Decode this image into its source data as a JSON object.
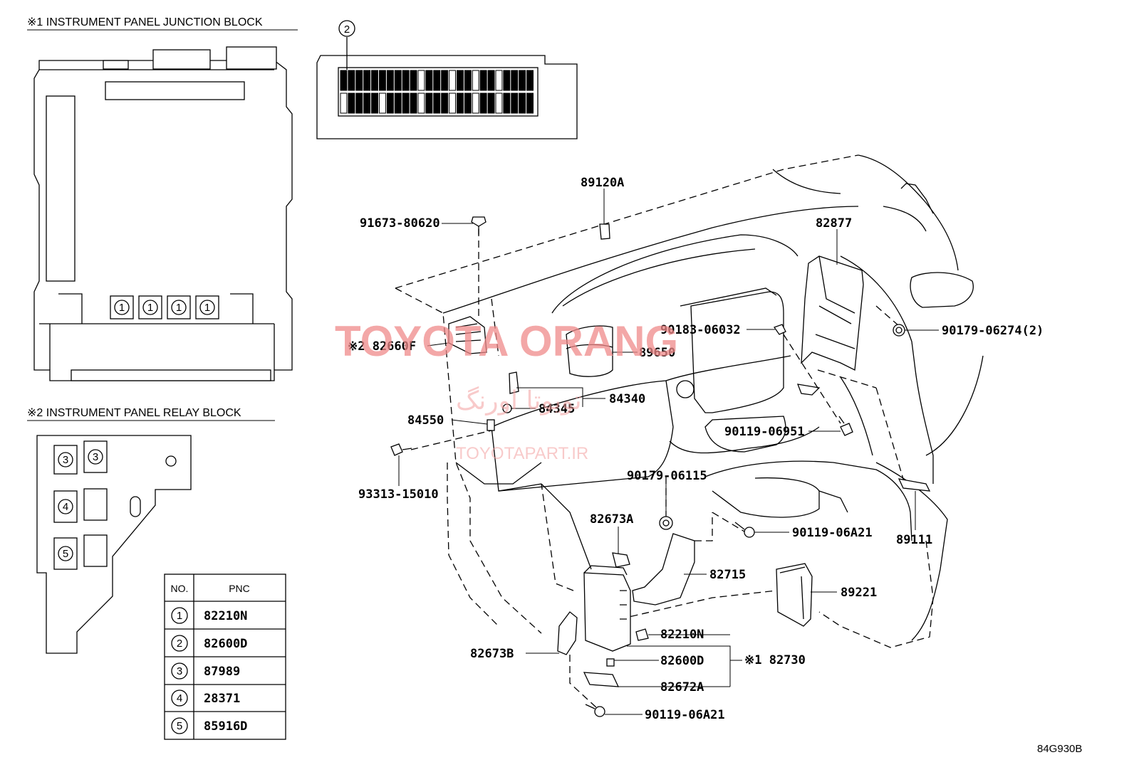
{
  "headers": {
    "junction_block": "※1 INSTRUMENT PANEL JUNCTION BLOCK",
    "relay_block": "※2 INSTRUMENT PANEL RELAY BLOCK"
  },
  "fuse_markers": {
    "junction": [
      "1",
      "1",
      "1",
      "1"
    ],
    "relay_left": [
      "3",
      "4",
      "5"
    ],
    "relay_extra": "3",
    "detail": "2"
  },
  "table": {
    "col_no": "NO.",
    "col_pnc": "PNC",
    "rows": [
      {
        "no": "1",
        "pnc": "82210N"
      },
      {
        "no": "2",
        "pnc": "82600D"
      },
      {
        "no": "3",
        "pnc": "87989"
      },
      {
        "no": "4",
        "pnc": "28371"
      },
      {
        "no": "5",
        "pnc": "85916D"
      }
    ]
  },
  "callouts": {
    "p89120A": "89120A",
    "p91673": "91673-80620",
    "p82877": "82877",
    "p82660F": "※2 82660F",
    "p89650": "89650",
    "p90183": "90183-06032",
    "p90179_06274": "90179-06274(2)",
    "p84340": "84340",
    "p84345": "84345",
    "p84550": "84550",
    "p90119_06951": "90119-06951",
    "p93313": "93313-15010",
    "p90179_06115": "90179-06115",
    "p82673A": "82673A",
    "p90119_06A21a": "90119-06A21",
    "p89111": "89111",
    "p82715": "82715",
    "p89221": "89221",
    "p82210N": "82210N",
    "p82730": "※1 82730",
    "p82673B": "82673B",
    "p82600D": "82600D",
    "p82672A": "82672A",
    "p90119_06A21b": "90119-06A21"
  },
  "figure_id": "84G930B",
  "watermark": {
    "brand": "TOYOTA ORANG",
    "persian": "تویوتا اورنگ",
    "site": "TOYOTAPART.IR"
  }
}
